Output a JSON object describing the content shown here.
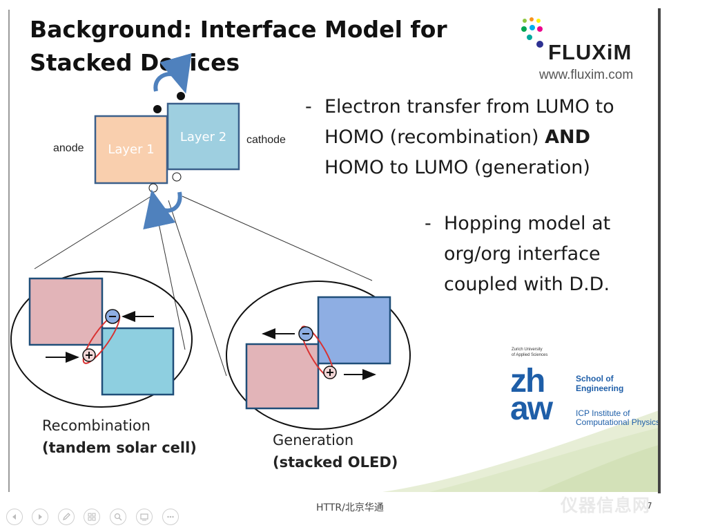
{
  "slide": {
    "title_line1": "Background: Interface Model for",
    "title_line2": "Stacked Devices",
    "logo": {
      "text": "FLUXiM",
      "url": "www.fluxim.com"
    },
    "bullet1": {
      "dash": "-",
      "line1": "Electron transfer from LUMO to",
      "line2_pre": "HOMO (recombination) ",
      "line2_bold": "AND",
      "line3": "HOMO to LUMO (generation)"
    },
    "bullet2": {
      "dash": "-",
      "line1": "Hopping model at",
      "line2": "org/org interface",
      "line3": "coupled with D.D."
    },
    "diagram": {
      "anode": "anode",
      "cathode": "cathode",
      "layer1": "Layer 1",
      "layer2": "Layer 2",
      "recombination": "Recombination",
      "recombination_sub": "(tandem solar cell)",
      "generation": "Generation",
      "generation_sub": "(stacked OLED)",
      "minus": "−",
      "plus": "+"
    },
    "zhaw": {
      "uni_line1": "Zurich University",
      "uni_line2": "of Applied Sciences",
      "school_line1": "School of",
      "school_line2": "Engineering",
      "icp_line1": "ICP Institute of",
      "icp_line2": "Computational Physics",
      "mark_top": "zh",
      "mark_bottom": "aw"
    }
  },
  "footer": {
    "text": "HTTR/北京华通",
    "page": "7"
  },
  "watermark": "仪器信息网",
  "controls": [
    "prev-icon",
    "next-icon",
    "pen-icon",
    "grid-icon",
    "zoom-icon",
    "screen-icon",
    "more-icon"
  ],
  "colors": {
    "layer1": "#f9cfae",
    "layer2": "#9ecfe0",
    "inset_red": "#e2b4b8",
    "inset_blue": "#8eaee3",
    "arrow_blue": "#4f81bd",
    "zhaw_blue": "#1e5ea8"
  }
}
